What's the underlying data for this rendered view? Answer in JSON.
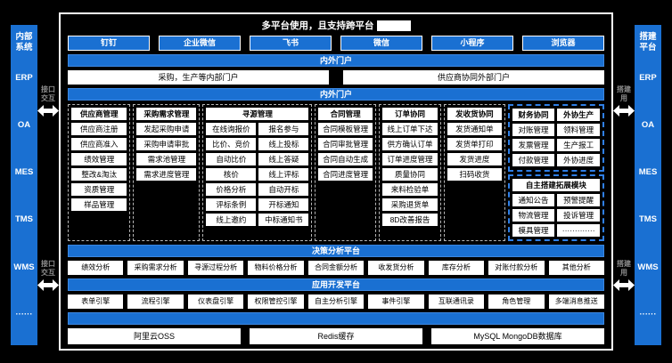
{
  "colors": {
    "accent_blue": "#1a70d2",
    "dashed_blue": "#2f7fe6",
    "background": "#000000",
    "box_white": "#ffffff"
  },
  "title": {
    "text": "多平台使用，且支持跨平台"
  },
  "app_bar": {
    "apps": [
      "钉钉",
      "企业微信",
      "飞书",
      "微信",
      "小程序",
      "浏览器"
    ]
  },
  "portal_section": {
    "bar_top": "内外门户",
    "portals": [
      "采购，生产等内部门户",
      "供应商协同外部门户"
    ],
    "bar_bottom": "内外门户"
  },
  "sidebars": {
    "left": {
      "title": "内部系统",
      "items": [
        "ERP",
        "OA",
        "MES",
        "TMS",
        "WMS",
        "······"
      ],
      "connector_label": "接口\n交互"
    },
    "right": {
      "title": "搭建平台",
      "items": [
        "ERP",
        "OA",
        "MES",
        "TMS",
        "WMS",
        "······"
      ],
      "connector_label": "搭建\n用"
    }
  },
  "modules": {
    "supplier": {
      "header": "供应商管理",
      "items": [
        "供应商注册",
        "供应商准入",
        "绩效管理",
        "整改&淘汰",
        "资质管理",
        "样品管理"
      ]
    },
    "demand": {
      "header": "采购需求管理",
      "items": [
        "发起采购申请",
        "采购申请审批",
        "需求池管理",
        "需求进度管理"
      ]
    },
    "sourcing": {
      "header": "寻源管理",
      "left_items": [
        "在线询报价",
        "比价、竞价",
        "自动比价",
        "核价",
        "价格分析",
        "评标条例",
        "线上邀约"
      ],
      "right_items": [
        "报名参与",
        "线上投标",
        "线上答疑",
        "线上评标",
        "自动开标",
        "开标通知",
        "中标通知书"
      ]
    },
    "contract": {
      "header": "合同管理",
      "items": [
        "合同模板管理",
        "合同审批管理",
        "合同自动生成",
        "合同进度管理"
      ]
    },
    "order": {
      "header": "订单协同",
      "items": [
        "线上订单下达",
        "供方确认订单",
        "订单进度管理",
        "质量协同",
        "来料检验单",
        "采购退货单",
        "8D改善报告"
      ]
    },
    "shipping": {
      "header": "发收货协同",
      "items": [
        "发货通知单",
        "发货单打印",
        "发货进度",
        "扫码收货"
      ]
    },
    "finance": {
      "header": "财务协同",
      "items": [
        "对账管理",
        "发票管理",
        "付款管理"
      ]
    },
    "outsourcing": {
      "header": "外协生产",
      "items": [
        "领料管理",
        "生产报工",
        "外协进度"
      ]
    },
    "custom": {
      "header": "自主搭建拓展模块",
      "left_items": [
        "通知公告",
        "物流管理",
        "模具管理"
      ],
      "right_items": [
        "预警提醒",
        "投诉管理",
        "·············"
      ]
    }
  },
  "decision_platform": {
    "bar": "决策分析平台",
    "items": [
      "绩效分析",
      "采购需求分析",
      "寻源过程分析",
      "物料价格分析",
      "合同金额分析",
      "收发货分析",
      "库存分析",
      "对账付款分析",
      "其他分析"
    ]
  },
  "dev_platform": {
    "bar": "应用开发平台",
    "items": [
      "表单引擎",
      "流程引擎",
      "仪表盘引擎",
      "权限管控引擎",
      "自主分析引擎",
      "事件引擎",
      "互联通讯录",
      "角色管理",
      "多端消息推送"
    ]
  },
  "infrastructure": {
    "bar": "",
    "items": [
      "阿里云OSS",
      "Redis缓存",
      "MySQL MongoDB数据库"
    ]
  }
}
